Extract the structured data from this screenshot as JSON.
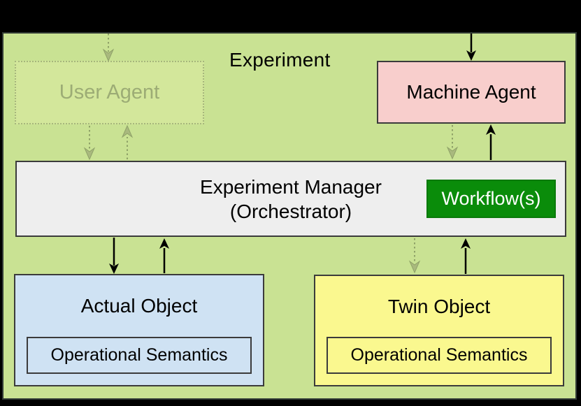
{
  "diagram": {
    "title": "Experiment",
    "nodes": {
      "user_agent": {
        "label": "User Agent",
        "state": "inactive-ghost"
      },
      "machine_agent": {
        "label": "Machine Agent",
        "state": "active"
      },
      "experiment_manager": {
        "label_line1": "Experiment Manager",
        "label_line2": "(Orchestrator)"
      },
      "workflow": {
        "label": "Workflow(s)"
      },
      "actual_object": {
        "label": "Actual Object",
        "inner_label": "Operational Semantics"
      },
      "twin_object": {
        "label": "Twin Object",
        "inner_label": "Operational Semantics"
      }
    },
    "edges": [
      {
        "from": "outside-top",
        "to": "user_agent",
        "style": "dotted-faded",
        "direction": "down"
      },
      {
        "from": "user_agent",
        "to": "experiment_manager",
        "style": "dotted-faded",
        "direction": "down"
      },
      {
        "from": "experiment_manager",
        "to": "user_agent",
        "style": "dotted-faded",
        "direction": "up"
      },
      {
        "from": "outside-top",
        "to": "machine_agent",
        "style": "solid",
        "direction": "down"
      },
      {
        "from": "machine_agent",
        "to": "experiment_manager",
        "style": "dotted-faded",
        "direction": "down"
      },
      {
        "from": "experiment_manager",
        "to": "machine_agent",
        "style": "solid",
        "direction": "up"
      },
      {
        "from": "experiment_manager",
        "to": "actual_object",
        "style": "solid",
        "direction": "down"
      },
      {
        "from": "actual_object",
        "to": "experiment_manager",
        "style": "solid",
        "direction": "up"
      },
      {
        "from": "experiment_manager",
        "to": "twin_object",
        "style": "dotted-faded",
        "direction": "down"
      },
      {
        "from": "twin_object",
        "to": "experiment_manager",
        "style": "solid",
        "direction": "up"
      }
    ],
    "colors": {
      "background": "#000000",
      "frame_fill": "#C9E293",
      "frame_border": "#333B36",
      "user_agent_fill": "#D3E79B",
      "user_agent_text": "#9CAC75",
      "machine_agent_fill": "#F8CECC",
      "manager_fill": "#EEEEEE",
      "workflow_fill": "#0A8C0A",
      "workflow_text": "#FFFFFF",
      "actual_object_fill": "#CFE2F3",
      "twin_object_fill": "#FAF88F",
      "box_border": "#3B3B3B",
      "solid_arrow": "#000000",
      "faded_arrow": "#8FA268"
    }
  }
}
